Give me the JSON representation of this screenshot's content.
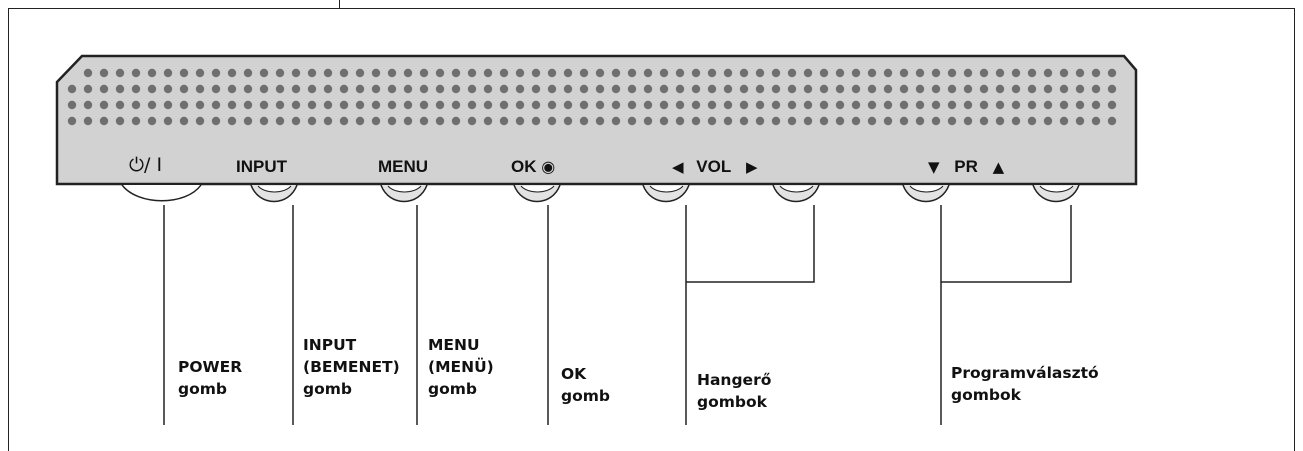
{
  "panel": {
    "labels": {
      "power_symbol": "⏻/ I",
      "input": "INPUT",
      "menu": "MENU",
      "ok": "OK",
      "ok_symbol": "◉",
      "vol_left": "◀",
      "vol": "VOL",
      "vol_right": "▶",
      "pr_down": "▼",
      "pr": "PR",
      "pr_up": "▲"
    }
  },
  "callouts": {
    "power": [
      "POWER",
      "gomb"
    ],
    "input": [
      "INPUT",
      "(BEMENET)",
      "gomb"
    ],
    "menu": [
      "MENU",
      "(MENÜ)",
      "gomb"
    ],
    "ok": [
      "OK",
      "gomb"
    ],
    "volume": [
      "Hangerő",
      "gombok"
    ],
    "program": [
      "Programválasztó",
      "gombok"
    ]
  },
  "colors": {
    "panel_fill": "#d2d2d2",
    "dot": "#6f6f6f",
    "line": "#222222"
  }
}
